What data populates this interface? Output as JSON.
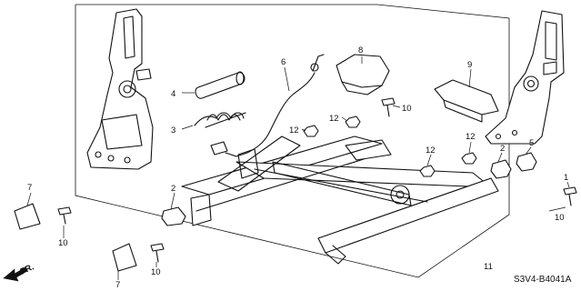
{
  "callouts": {
    "c1": "1",
    "c2a": "2",
    "c2b": "2",
    "c3": "3",
    "c4": "4",
    "c5": "5",
    "c6": "6",
    "c7a": "7",
    "c7b": "7",
    "c8": "8",
    "c9": "9",
    "c10a": "10",
    "c10b": "10",
    "c10c": "10",
    "c10d": "10",
    "c11": "11",
    "c12a": "12",
    "c12b": "12",
    "c12c": "12",
    "c12d": "12"
  },
  "diagram_code": "S3V4-B4041A",
  "direction_label": "FR.",
  "icons": {
    "front_arrow": "front-direction-arrow-icon"
  }
}
